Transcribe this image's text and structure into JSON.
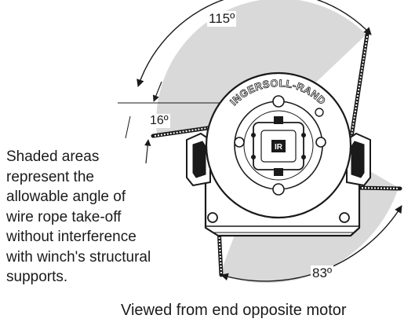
{
  "diagram": {
    "brand_text": "INGERSOLL-RAND",
    "hub_badge_text": "IR",
    "angles": {
      "top": "115º",
      "left": "16º",
      "bottom_right": "83º"
    },
    "notes": [
      "Shaded areas",
      "represent the",
      "allowable angle of",
      "wire rope take-off",
      "without interference",
      "with winch's structural",
      "supports."
    ],
    "caption": "Viewed from end opposite motor",
    "colors": {
      "shade": "#d9d9d9",
      "line": "#1a1a1a",
      "background": "#ffffff"
    }
  }
}
